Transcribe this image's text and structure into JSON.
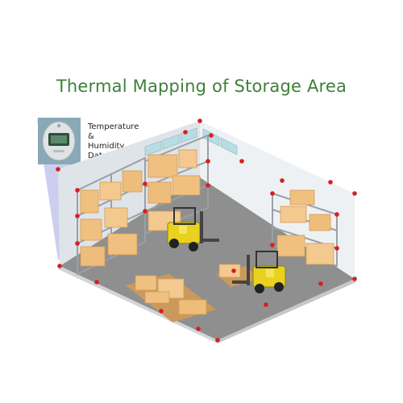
{
  "title": "Thermal Mapping of Storage Area",
  "logger": {
    "label_lines": [
      "Temperature",
      "&",
      "Humidity",
      "Data"
    ],
    "screen_color": "#2f4f3a"
  },
  "colors": {
    "title": "#3f7f3a",
    "sensor": "#d81e1e",
    "floor": "#8f8f8f",
    "wall": "#e9edf0",
    "shelf": "#9aa0a6",
    "box": "#f0c080",
    "forklift": "#e8d21e",
    "callout": "#b9bde8"
  },
  "icons": [
    "data-logger-icon",
    "forklift-icon",
    "pallet-stack-icon",
    "sensor-dot-icon"
  ]
}
